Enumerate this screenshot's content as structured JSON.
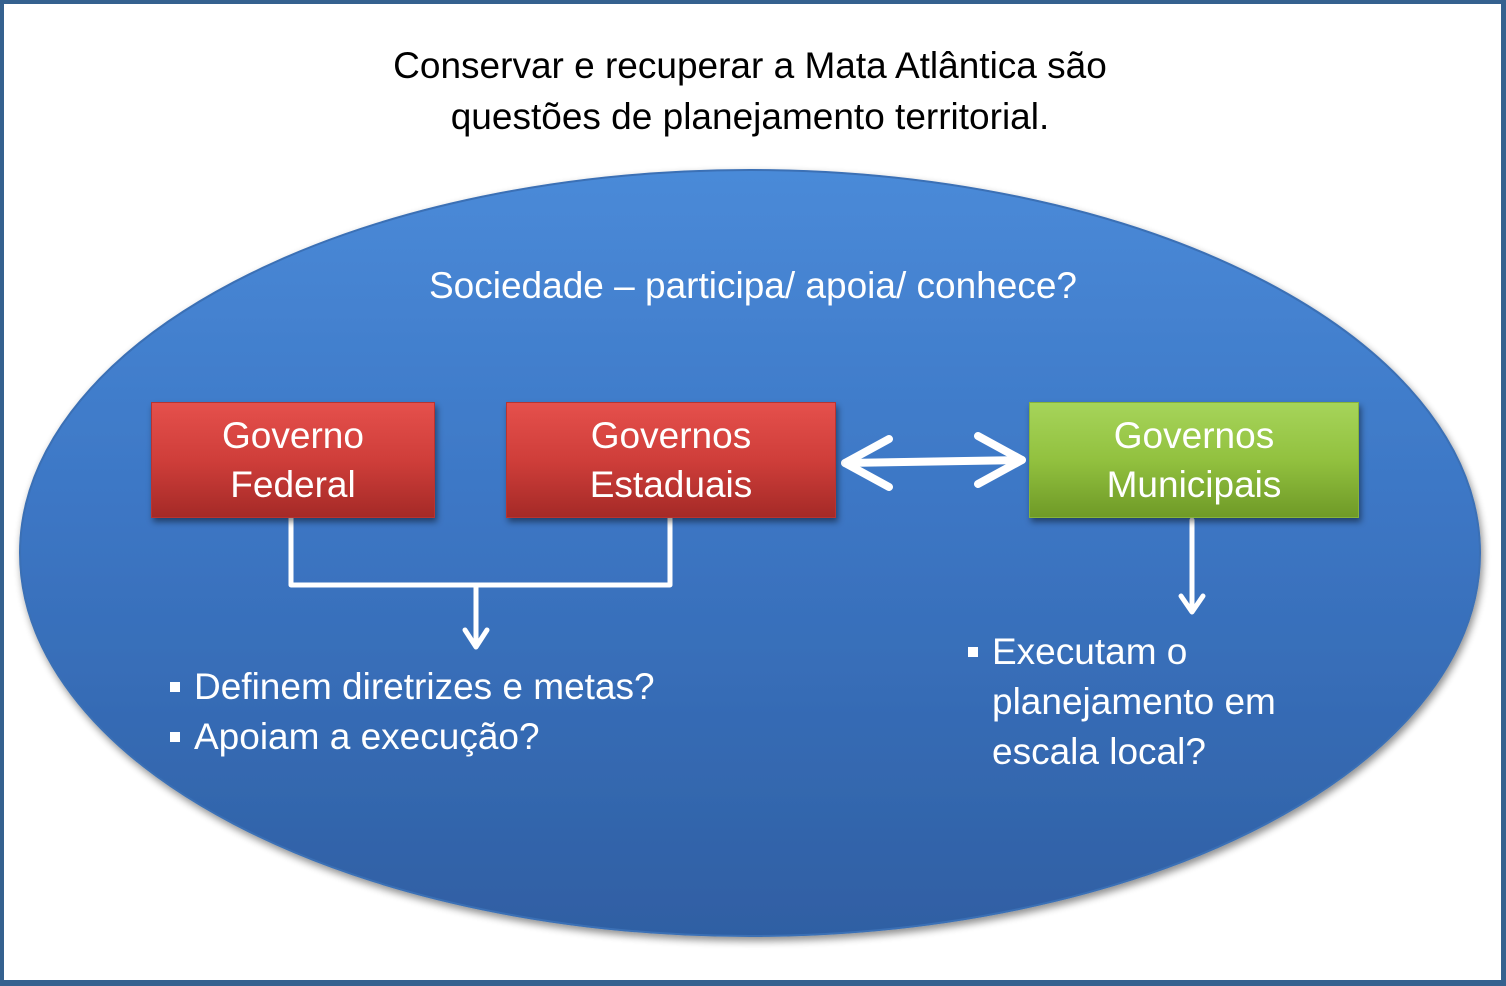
{
  "title": {
    "line1": "Conservar e recuperar a Mata Atlântica são",
    "line2": "questões de planejamento territorial."
  },
  "ellipse": {
    "label": "Sociedade – participa/ apoia/ conhece?",
    "color": "#3c76c4"
  },
  "boxes": {
    "federal": {
      "line1": "Governo",
      "line2": "Federal",
      "color": "#cf3e3a"
    },
    "estaduais": {
      "line1": "Governos",
      "line2": "Estaduais",
      "color": "#cf3e3a"
    },
    "municipais": {
      "line1": "Governos",
      "line2": "Municipais",
      "color": "#92c13f"
    }
  },
  "left_bullets": [
    "Definem diretrizes e metas?",
    "Apoiam a execução?"
  ],
  "right_bullets": [
    {
      "line1": "Executam o",
      "line2": "planejamento em",
      "line3": "escala local?"
    }
  ]
}
